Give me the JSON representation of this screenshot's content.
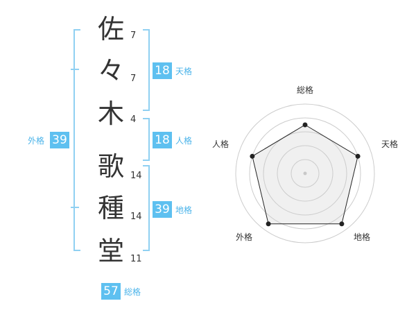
{
  "name": {
    "characters": [
      {
        "char": "佐",
        "strokes": "7"
      },
      {
        "char": "々",
        "strokes": "7"
      },
      {
        "char": "木",
        "strokes": "4"
      },
      {
        "char": "歌",
        "strokes": "14"
      },
      {
        "char": "種",
        "strokes": "14"
      },
      {
        "char": "堂",
        "strokes": "11"
      }
    ]
  },
  "fortune": {
    "tenkaku": {
      "value": "18",
      "label": "天格"
    },
    "jinkaku": {
      "value": "18",
      "label": "人格"
    },
    "chikaku": {
      "value": "39",
      "label": "地格"
    },
    "gaikaku": {
      "value": "39",
      "label": "外格"
    },
    "soukaku": {
      "value": "57",
      "label": "総格"
    }
  },
  "radar": {
    "axes": [
      "総格",
      "天格",
      "地格",
      "外格",
      "人格"
    ],
    "levels": 5,
    "values": [
      3.5,
      4,
      4.5,
      4.5,
      4
    ]
  },
  "colors": {
    "bracket": "#8fd0f2",
    "badge": "#5ec0f0",
    "tag_text": "#4cb4ea",
    "radar_fill": "#f0f0f0",
    "radar_ring": "#cccccc"
  }
}
